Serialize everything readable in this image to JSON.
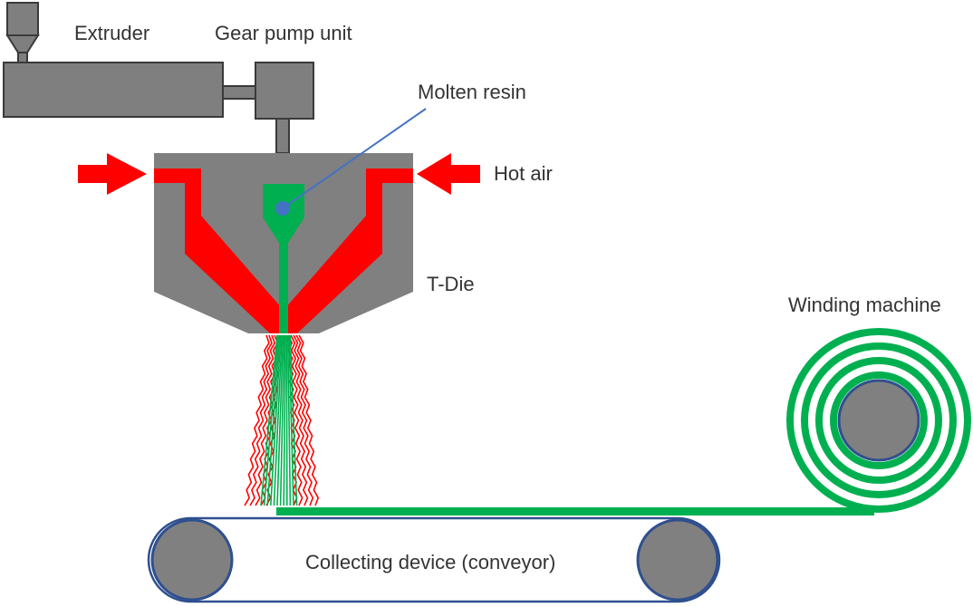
{
  "labels": {
    "extruder": "Extruder",
    "gear_pump": "Gear pump unit",
    "molten_resin": "Molten resin",
    "hot_air": "Hot air",
    "t_die": "T-Die",
    "winding_machine": "Winding machine",
    "conveyor": "Collecting device (conveyor)"
  },
  "colors": {
    "machine_gray": "#7f7f7f",
    "outline": "#3a3a3a",
    "hot_air_red": "#ff0000",
    "resin_green": "#00b050",
    "belt_blue": "#2f4f8f",
    "pointer_blue": "#4472c4"
  }
}
